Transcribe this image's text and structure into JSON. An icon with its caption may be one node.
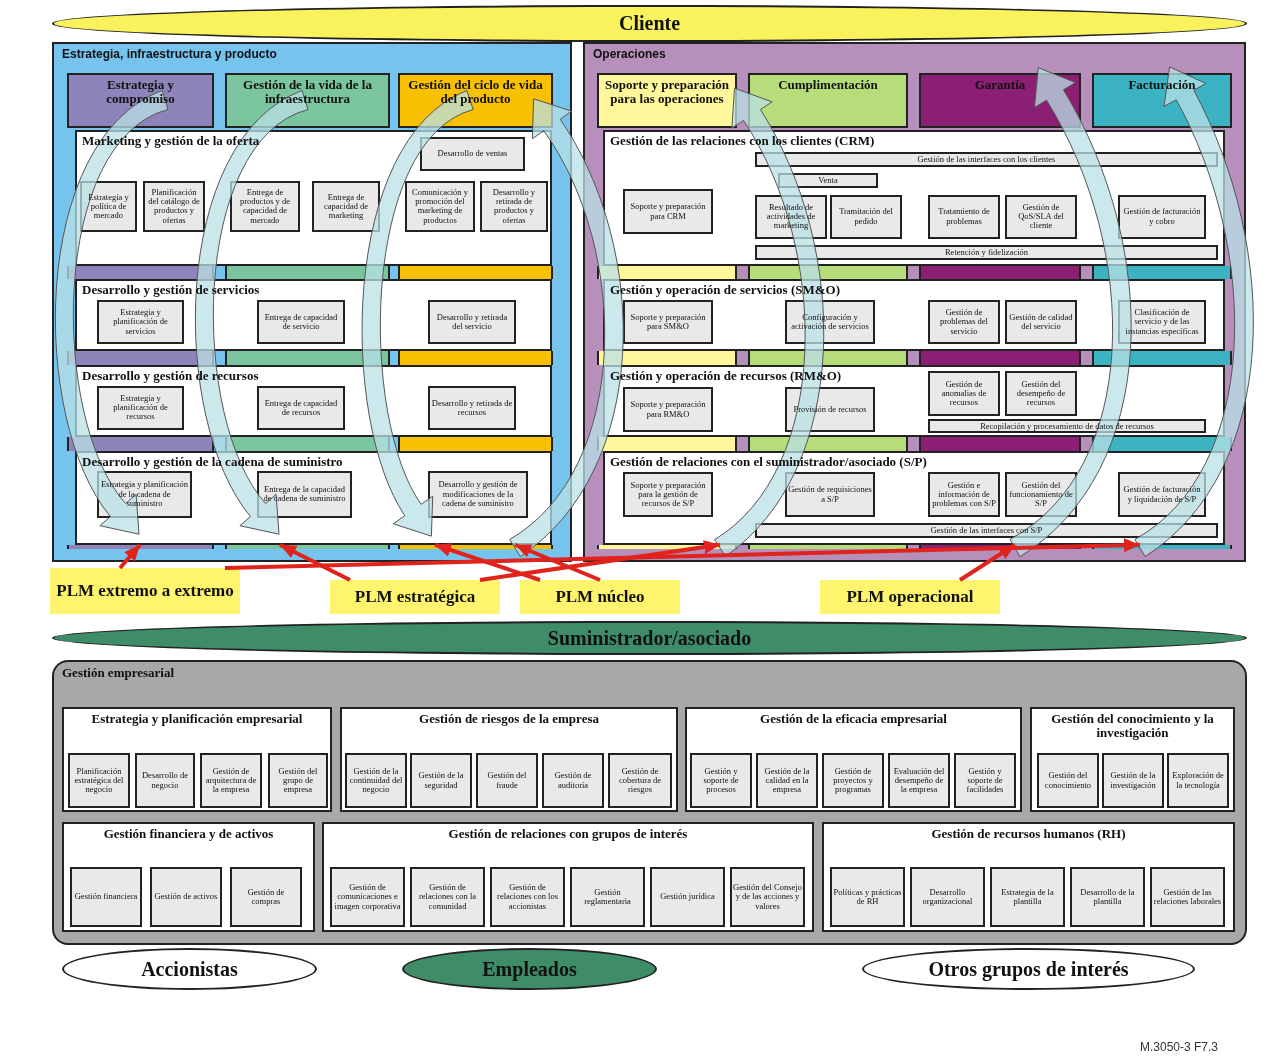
{
  "diagram": {
    "nodes": [
      {
        "text": [
          "Cliente"
        ]
      },
      {
        "text": [
          "Estrategia, infraestructura y producto"
        ]
      },
      {
        "text": [
          "Estrategia y compromiso"
        ],
        "in": 1
      },
      {
        "text": [
          "Gestión de la vida de la infraestructura"
        ],
        "in": 1
      },
      {
        "text": [
          "Gestión del ciclo de vida del producto"
        ],
        "in": 1
      },
      {
        "text": [
          "Marketing y gestión de la oferta"
        ],
        "in": 1
      },
      {
        "text": [
          "Desarrollo de ventas"
        ],
        "in": 5
      },
      {
        "text": [
          "Estrategia y política de mercado"
        ],
        "in": 5
      },
      {
        "text": [
          "Planificación del catálogo de productos y ofertas"
        ],
        "in": 5
      },
      {
        "text": [
          "Entrega de productos y de capacidad de mercado"
        ],
        "in": 5
      },
      {
        "text": [
          "Entrega de capacidad de marketing"
        ],
        "in": 5
      },
      {
        "text": [
          "Comunicación y promoción del marketing de productos"
        ],
        "in": 5
      },
      {
        "text": [
          "Desarrollo y retirada de productos y ofertas"
        ],
        "in": 5
      },
      {
        "text": [
          "Desarrollo y gestión de servicios"
        ],
        "in": 1
      },
      {
        "text": [
          "Estrategia y planificación de servicios"
        ],
        "in": 13
      },
      {
        "text": [
          "Entrega de capacidad de servicio"
        ],
        "in": 13
      },
      {
        "text": [
          "Desarrollo y retirada del servicio"
        ],
        "in": 13
      },
      {
        "text": [
          "Desarrollo y gestión de recursos"
        ],
        "in": 1
      },
      {
        "text": [
          "Estrategia y planificación de recursos"
        ],
        "in": 17
      },
      {
        "text": [
          "Entrega de capacidad de recursos"
        ],
        "in": 17
      },
      {
        "text": [
          "Desarrollo y retirada de recursos"
        ],
        "in": 17
      },
      {
        "text": [
          "Desarrollo y gestión de la cadena de suministro"
        ],
        "in": 1
      },
      {
        "text": [
          "Estrategia y planificación de la cadena de suministro"
        ],
        "in": 21
      },
      {
        "text": [
          "Entrega de la capacidad de cadena de suministro"
        ],
        "in": 21
      },
      {
        "text": [
          "Desarrollo y gestión de modificaciones de la cadena de suministro"
        ],
        "in": 21
      },
      {
        "text": [
          "Operaciones"
        ]
      },
      {
        "text": [
          "Soporte y preparación para las operaciones"
        ],
        "in": 25
      },
      {
        "text": [
          "Cumplimentación"
        ],
        "in": 25
      },
      {
        "text": [
          "Garantía"
        ],
        "in": 25
      },
      {
        "text": [
          "Facturación"
        ],
        "in": 25
      },
      {
        "text": [
          "Gestión de las relaciones con los clientes (CRM)"
        ],
        "in": 25
      },
      {
        "text": [
          "Gestión de las interfaces con los clientes"
        ],
        "in": 30
      },
      {
        "text": [
          "Venta"
        ],
        "in": 30
      },
      {
        "text": [
          "Soporte y preparación para CRM"
        ],
        "in": 30
      },
      {
        "text": [
          "Resultado de actividades de marketing"
        ],
        "in": 30
      },
      {
        "text": [
          "Tramitación del pedido"
        ],
        "in": 30
      },
      {
        "text": [
          "Tratamiento de problemas"
        ],
        "in": 30
      },
      {
        "text": [
          "Gestión de QoS/SLA del cliente"
        ],
        "in": 30
      },
      {
        "text": [
          "Gestión de facturación y cobro"
        ],
        "in": 30
      },
      {
        "text": [
          "Retención y fidelización"
        ],
        "in": 30
      },
      {
        "text": [
          "Gestión y operación de servicios (SM&O)"
        ],
        "in": 25
      },
      {
        "text": [
          "Soporte y preparación para SM&O"
        ],
        "in": 40
      },
      {
        "text": [
          "Configuración y activación de servicios"
        ],
        "in": 40
      },
      {
        "text": [
          "Gestión de problemas del servicio"
        ],
        "in": 40
      },
      {
        "text": [
          "Gestión de calidad del servicio"
        ],
        "in": 40
      },
      {
        "text": [
          "Clasificación de servicio y de las instancias específicas"
        ],
        "in": 40
      },
      {
        "text": [
          "Gestión y operación de recursos (RM&O)"
        ],
        "in": 25
      },
      {
        "text": [
          "Soporte y preparación para RM&O"
        ],
        "in": 46
      },
      {
        "text": [
          "Provisión de recursos"
        ],
        "in": 46
      },
      {
        "text": [
          "Gestión de anomalias de recursos"
        ],
        "in": 46
      },
      {
        "text": [
          "Gestión del desempeño de recursos"
        ],
        "in": 46
      },
      {
        "text": [
          "Recopilación y procesamiento de datos de recursos"
        ],
        "in": 46
      },
      {
        "text": [
          "Gestión de relaciones con el suministrador/asociado (S/P)"
        ],
        "in": 25
      },
      {
        "text": [
          "Soporte y preparación para la gestión de recursos de S/P"
        ],
        "in": 52
      },
      {
        "text": [
          "Gestión de requisiciones a S/P"
        ],
        "in": 52
      },
      {
        "text": [
          "Gestión e información de problemas con S/P"
        ],
        "in": 52
      },
      {
        "text": [
          "Gestión del funcionamiento de S/P"
        ],
        "in": 52
      },
      {
        "text": [
          "Gestión de facturación y liquidación de S/P"
        ],
        "in": 52
      },
      {
        "text": [
          "Gestión de las interfaces con S/P"
        ],
        "in": 52
      },
      {
        "text": [
          "Suministrador/asociado"
        ]
      },
      {
        "text": [
          "Gestión empresarial"
        ]
      },
      {
        "text": [
          "Estrategia y planificación empresarial"
        ],
        "in": 60
      },
      {
        "text": [
          "Planificación estratégica del negocio"
        ],
        "in": 61
      },
      {
        "text": [
          "Desarrollo de negocio"
        ],
        "in": 61
      },
      {
        "text": [
          "Gestión de arquitectura de la empresa"
        ],
        "in": 61
      },
      {
        "text": [
          "Gestión del grupo de empresa"
        ],
        "in": 61
      },
      {
        "text": [
          "Gestión de riesgos de la empresa"
        ],
        "in": 60
      },
      {
        "text": [
          "Gestión de la continuidad del negocio"
        ],
        "in": 66
      },
      {
        "text": [
          "Gestión de la seguridad"
        ],
        "in": 66
      },
      {
        "text": [
          "Gestión del fraude"
        ],
        "in": 66
      },
      {
        "text": [
          "Gestión de auditoría"
        ],
        "in": 66
      },
      {
        "text": [
          "Gestión de cobertura de riesgos"
        ],
        "in": 66
      },
      {
        "text": [
          "Gestión de la eficacia empresarial"
        ],
        "in": 60
      },
      {
        "text": [
          "Gestión y soporte de procesos"
        ],
        "in": 72
      },
      {
        "text": [
          "Gestión de la calidad en la empresa"
        ],
        "in": 72
      },
      {
        "text": [
          "Gestión de proyectos y programas"
        ],
        "in": 72
      },
      {
        "text": [
          "Evaluación del desempeño de la empresa"
        ],
        "in": 72
      },
      {
        "text": [
          "Gestión y soporte de facilidades"
        ],
        "in": 72
      },
      {
        "text": [
          "Gestión del conocimiento y la investigación"
        ],
        "in": 60
      },
      {
        "text": [
          "Gestión del conocimiento"
        ],
        "in": 78
      },
      {
        "text": [
          "Gestión de la investigación"
        ],
        "in": 78
      },
      {
        "text": [
          "Exploración de la tecnología"
        ],
        "in": 78
      },
      {
        "text": [
          "Gestión financiera y de activos"
        ],
        "in": 60
      },
      {
        "text": [
          "Gestión financiera"
        ],
        "in": 82
      },
      {
        "text": [
          "Gestión de activos"
        ],
        "in": 82
      },
      {
        "text": [
          "Gestión de compras"
        ],
        "in": 82
      },
      {
        "text": [
          "Gestión de relaciones con grupos de interés"
        ],
        "in": 60
      },
      {
        "text": [
          "Gestión de comunicaciones e imagen corporativa"
        ],
        "in": 86
      },
      {
        "text": [
          "Gestión de relaciones con la comunidad"
        ],
        "in": 86
      },
      {
        "text": [
          "Gestión de relaciones con los accionistas"
        ],
        "in": 86
      },
      {
        "text": [
          "Gestión reglamentaria"
        ],
        "in": 86
      },
      {
        "text": [
          "Gestión jurídica"
        ],
        "in": 86
      },
      {
        "text": [
          "Gestión del Consejo y de las acciones y valores"
        ],
        "in": 86
      },
      {
        "text": [
          "Gestión de recursos humanos (RH)"
        ],
        "in": 60
      },
      {
        "text": [
          "Políticas y prácticas de RH"
        ],
        "in": 93
      },
      {
        "text": [
          "Desarrollo organizacional"
        ],
        "in": 93
      },
      {
        "text": [
          "Estrategia de la plantilla"
        ],
        "in": 93
      },
      {
        "text": [
          "Desarrollo de la plantilla"
        ],
        "in": 93
      },
      {
        "text": [
          "Gestión de las relaciones laborales"
        ],
        "in": 93
      },
      {
        "text": [
          "Accionistas"
        ]
      },
      {
        "text": [
          "Empleados"
        ]
      },
      {
        "text": [
          "Otros grupos de interés"
        ]
      },
      {
        "text": [
          "PLM núcleo"
        ]
      },
      {
        "text": [
          "PLM estratégica"
        ]
      },
      {
        "text": [
          "PLM operacional"
        ]
      },
      {
        "text": [
          "PLM extremo a extremo"
        ]
      }
    ],
    "edges": [
      {
        "from": 105,
        "to": 21,
        "arrow": "to"
      },
      {
        "from": 103,
        "to": 21,
        "arrow": "to"
      },
      {
        "from": 102,
        "to": 21,
        "arrow": "to"
      },
      {
        "from": 102,
        "to": 21,
        "arrow": "to"
      },
      {
        "from": 103,
        "to": 52,
        "arrow": "to"
      },
      {
        "from": 104,
        "to": 52,
        "arrow": "to"
      },
      {
        "from": 105,
        "to": 52,
        "arrow": "to"
      }
    ],
    "labels": [
      "M.3050-3 F7.3"
    ]
  }
}
